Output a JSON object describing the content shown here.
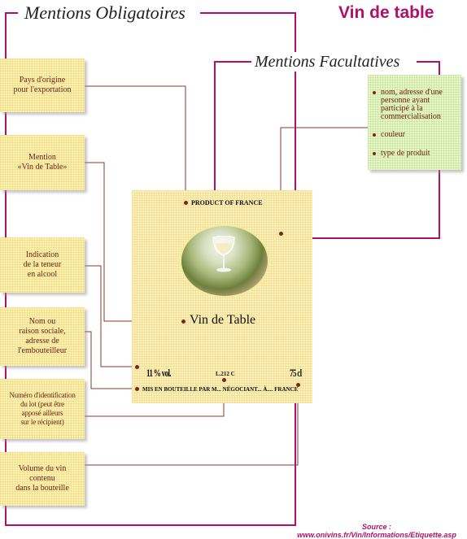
{
  "title": "Vin de table",
  "sections": {
    "mandatory": "Mentions Obligatoires",
    "optional": "Mentions Facultatives"
  },
  "mandatory_boxes": [
    {
      "lines": [
        "Pays d'origine",
        "pour l'exportation"
      ]
    },
    {
      "lines": [
        "Mention",
        "«Vin de Table»"
      ]
    },
    {
      "lines": [
        "Indication",
        "de la teneur",
        "en alcool"
      ]
    },
    {
      "lines": [
        "Nom ou",
        "raison sociale,",
        "adresse de",
        "l'embouteilleur"
      ]
    },
    {
      "lines": [
        "Numéro d'identification",
        "du lot (peut être",
        "apposé ailleurs",
        "sur le récipient)"
      ]
    },
    {
      "lines": [
        "Volume du vin",
        "contenu",
        "dans la bouteille"
      ]
    }
  ],
  "optional_items": [
    "nom, adresse d'une personne ayant participé à la commercialisation",
    "couleur",
    "type de produit"
  ],
  "label": {
    "origin": "PRODUCT OF FRANCE",
    "name": "Vin de Table",
    "alcohol": "11 % vol.",
    "lot": "L.212 C",
    "volume": "75 cl",
    "bottler": "MIS EN BOUTEILLE PAR M... NÉGOCIANT... À.... FRANCE"
  },
  "source": {
    "label": "Source :",
    "url": "www.onivins.fr/Vin/Informations/Etiquette.asp"
  },
  "colors": {
    "accent": "#b0106a",
    "connector": "#b0106a",
    "leader": "#8b3a2b",
    "box_fill": "#fbf2b2",
    "optional_fill": "#e6f6c6"
  }
}
